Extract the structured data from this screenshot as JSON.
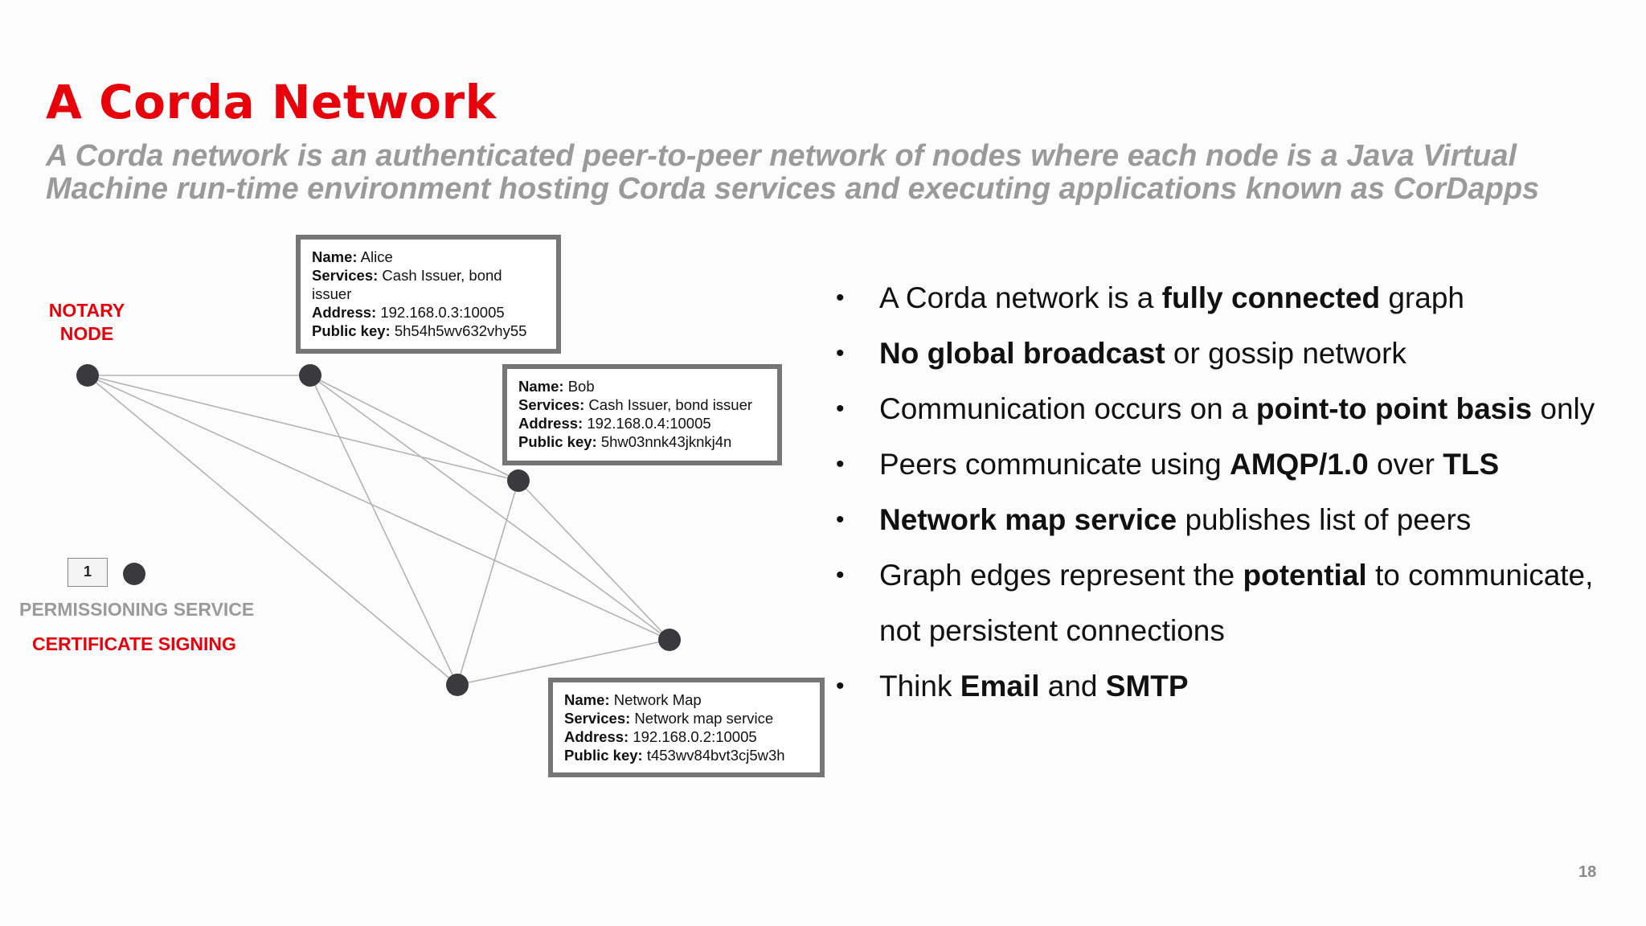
{
  "title": "A Corda Network",
  "subtitle": "A Corda network is an authenticated peer-to-peer network of nodes where each node is a Java Virtual Machine run-time environment hosting Corda services and executing applications known as CorDapps",
  "diagram": {
    "notary_label_line1": "NOTARY",
    "notary_label_line2": "NODE",
    "legend_number": "1",
    "permissioning_label": "PERMISSIONING SERVICE",
    "certificate_label": "CERTIFICATE SIGNING",
    "alice": {
      "name_key": "Name:",
      "name_val": " Alice",
      "services_key": "Services:",
      "services_val": " Cash Issuer, bond issuer",
      "address_key": "Address:",
      "address_val": " 192.168.0.3:10005",
      "pubkey_key": "Public key:",
      "pubkey_val": " 5h54h5wv632vhy55"
    },
    "bob": {
      "name_key": "Name:",
      "name_val": " Bob",
      "services_key": "Services:",
      "services_val": " Cash Issuer, bond issuer",
      "address_key": "Address:",
      "address_val": " 192.168.0.4:10005",
      "pubkey_key": "Public key:",
      "pubkey_val": " 5hw03nnk43jknkj4n"
    },
    "netmap": {
      "name_key": "Name:",
      "name_val": " Network Map",
      "services_key": "Services:",
      "services_val": " Network map service",
      "address_key": "Address:",
      "address_val": " 192.168.0.2:10005",
      "pubkey_key": "Public key:",
      "pubkey_val": " t453wv84bvt3cj5w3h"
    },
    "node_color": "#3a3a3e",
    "edge_color": "#b3b3b3"
  },
  "bullets": [
    {
      "b1": "A Corda network is a ",
      "b2": "fully connected",
      "b3": " graph"
    },
    {
      "b1": "",
      "b2": "No global broadcast",
      "b3": " or gossip network"
    },
    {
      "b1": "Communication occurs on a ",
      "b2": "point-to point basis",
      "b3": " only"
    },
    {
      "b1": "Peers communicate using ",
      "b2": "AMQP/1.0",
      "b3": " over ",
      "b4": "TLS"
    },
    {
      "b1": "",
      "b2": "Network map service",
      "b3": " publishes list of peers"
    },
    {
      "b1": "Graph edges represent the ",
      "b2": "potential",
      "b3": " to communicate, not persistent connections"
    },
    {
      "b1": "Think ",
      "b2": "Email",
      "b3": " and ",
      "b4": "SMTP"
    }
  ],
  "bullet_glyph": "•",
  "page_number": "18",
  "colors": {
    "accent": "#e8000b",
    "subtitle": "#9a9a9a",
    "box_border": "#767676"
  }
}
